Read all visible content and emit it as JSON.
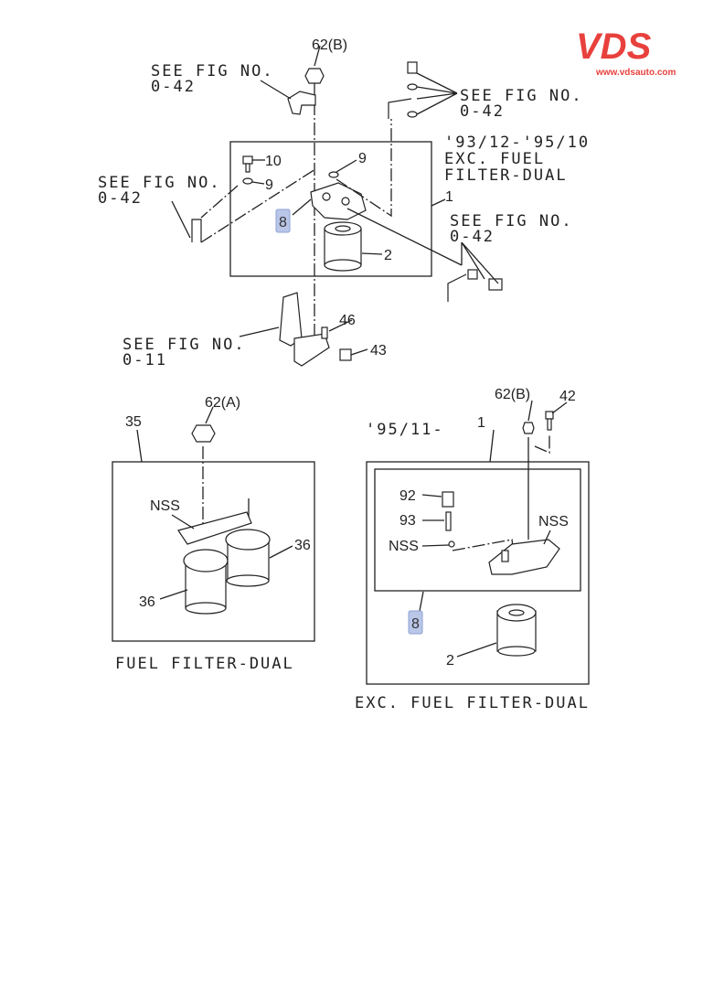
{
  "logo": {
    "brand": "VDS",
    "url": "www.vdsauto.com",
    "color": "#e8413d"
  },
  "top_diagram": {
    "see_fig_1": {
      "line1": "SEE FIG NO.",
      "line2": "0-42"
    },
    "see_fig_2": {
      "line1": "SEE FIG NO.",
      "line2": "0-42"
    },
    "see_fig_3": {
      "line1": "SEE FIG NO.",
      "line2": "0-42"
    },
    "see_fig_4": {
      "line1": "SEE FIG NO.",
      "line2": "0-42"
    },
    "see_fig_5": {
      "line1": "SEE FIG NO.",
      "line2": "0-11"
    },
    "period_note": {
      "line1": "'93/12-'95/10",
      "line2": "EXC. FUEL",
      "line3": "FILTER-DUAL"
    },
    "parts": {
      "p62b": "62(B)",
      "p10": "10",
      "p9a": "9",
      "p9b": "9",
      "p8": "8",
      "p1": "1",
      "p2": "2",
      "p46": "46",
      "p43": "43"
    }
  },
  "bottom_left": {
    "parts": {
      "p62a": "62(A)",
      "p35": "35",
      "nss": "NSS",
      "p36a": "36",
      "p36b": "36"
    },
    "caption": "FUEL FILTER-DUAL"
  },
  "bottom_right": {
    "period_note": "'95/11-",
    "parts": {
      "p1": "1",
      "p62b": "62(B)",
      "p42": "42",
      "p92": "92",
      "p93": "93",
      "nss_left": "NSS",
      "nss_right": "NSS",
      "p8": "8",
      "p2": "2"
    },
    "caption": "EXC. FUEL FILTER-DUAL"
  }
}
